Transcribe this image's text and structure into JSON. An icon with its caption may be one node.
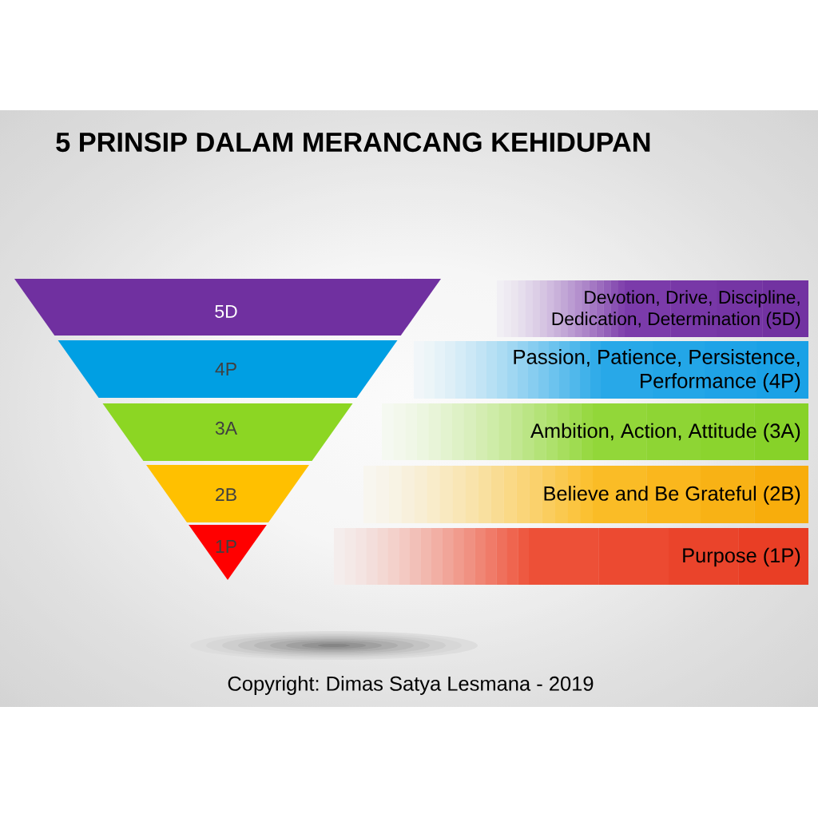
{
  "diagram": {
    "title": "5 PRINSIP DALAM MERANCANG KEHIDUPAN",
    "nodes": [
      {
        "text": [
          "5D"
        ]
      },
      {
        "text": [
          "Devotion, Drive, Discipline, Dedication, Determination (5D)"
        ]
      },
      {
        "text": [
          "4P"
        ]
      },
      {
        "text": [
          "Passion, Patience, Persistence, Performance (4P)"
        ]
      },
      {
        "text": [
          "3A"
        ]
      },
      {
        "text": [
          "Ambition, Action, Attitude (3A)"
        ]
      },
      {
        "text": [
          "2B"
        ]
      },
      {
        "text": [
          "Believe and Be Grateful (2B)"
        ]
      },
      {
        "text": [
          "1P"
        ]
      },
      {
        "text": [
          "Purpose (1P)"
        ]
      }
    ],
    "labels": [
      "Copyright: Dimas Satya Lesmana - 2019"
    ]
  }
}
